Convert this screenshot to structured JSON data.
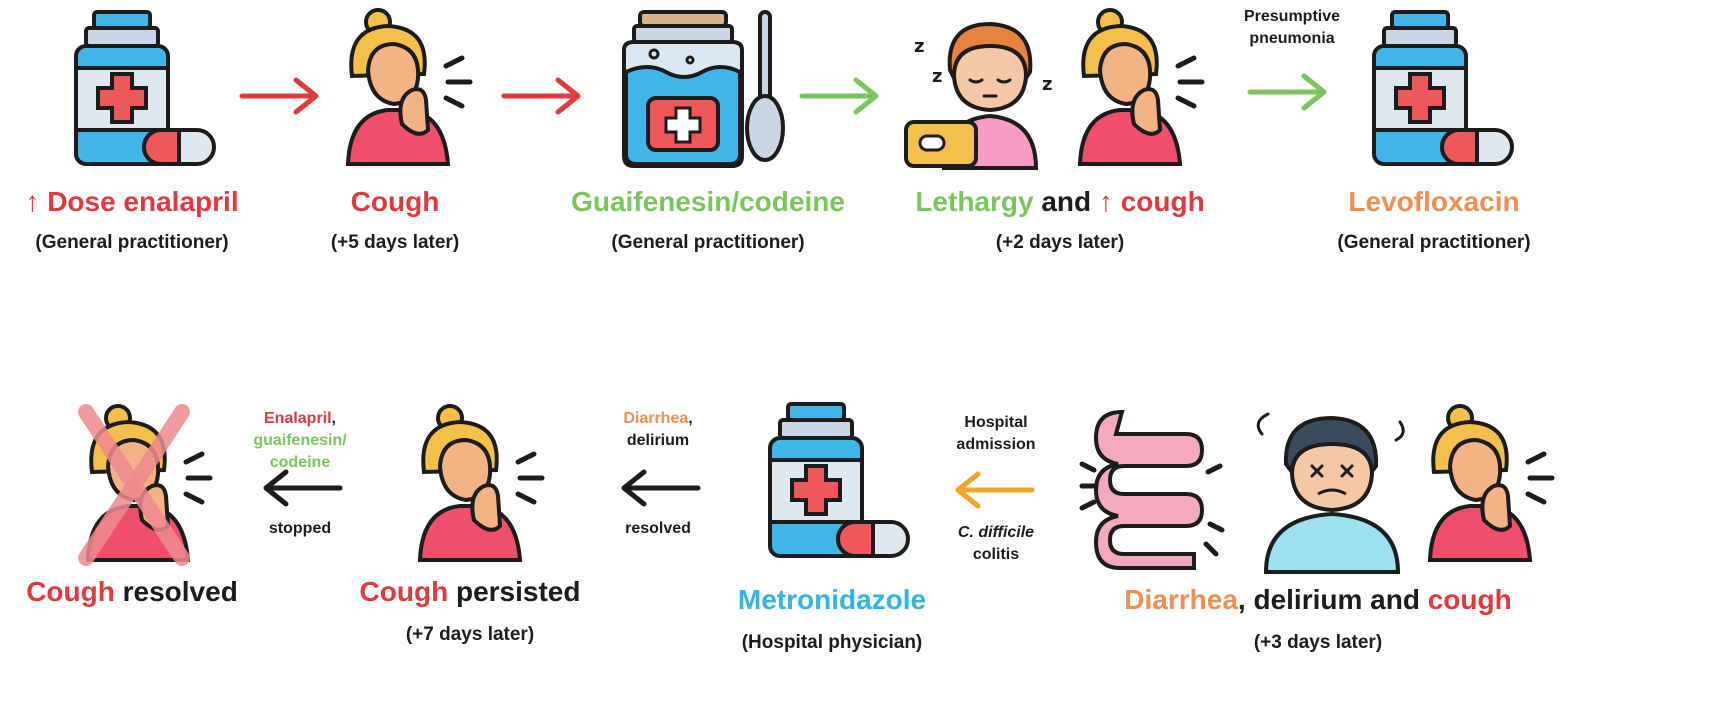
{
  "colors": {
    "red": "#e03a3e",
    "green": "#7bc55f",
    "orange": "#ef8e55",
    "blue": "#33b3e6",
    "dark": "#1c1c1c",
    "amber_arrow": "#f2a52b"
  },
  "row1": {
    "step1": {
      "icon": "medicine-bottle-icon",
      "title_arrow": "↑",
      "title": "Dose enalapril",
      "sub": "(General practitioner)"
    },
    "step2": {
      "icon": "coughing-woman-icon",
      "title": "Cough",
      "sub": "(+5 days later)"
    },
    "step3": {
      "icon": "syrup-jar-with-spoon-icon",
      "title": "Guaifenesin/codeine",
      "sub": "(General practitioner)"
    },
    "step4": {
      "icon": "lethargic-person-and-coughing-woman-icon",
      "title_a": "Lethargy",
      "title_b": " and ",
      "title_arrow": "↑",
      "title_c": "cough",
      "sub": "(+2 days later)"
    },
    "arrow4_label": [
      "Presumptive",
      "pneumonia"
    ],
    "step5": {
      "icon": "medicine-bottle-icon",
      "title": "Levofloxacin",
      "sub": "(General practitioner)"
    }
  },
  "row2": {
    "step6": {
      "icon": "intestine-confused-person-coughing-woman-icon",
      "title_a": "Diarrhea",
      "title_b": ", delirium and ",
      "title_c": "cough",
      "sub": "(+3 days later)"
    },
    "arrow6_top": [
      "Hospital",
      "admission"
    ],
    "arrow6_bottom_italic": "C. difficile",
    "arrow6_bottom": "colitis",
    "step7": {
      "icon": "medicine-bottle-icon",
      "title": "Metronidazole",
      "sub": "(Hospital physician)"
    },
    "arrow7_top_a": "Diarrhea",
    "arrow7_top_b": ",",
    "arrow7_top_c": "delirium",
    "arrow7_bottom": "resolved",
    "step8": {
      "icon": "coughing-woman-icon",
      "title_a": "Cough",
      "title_b": " persisted",
      "sub": "(+7 days later)"
    },
    "arrow8_top_a": "Enalapril",
    "arrow8_top_b": ",",
    "arrow8_top_c": "guaifenesin/",
    "arrow8_top_d": "codeine",
    "arrow8_bottom": "stopped",
    "step9": {
      "icon": "coughing-woman-crossed-out-icon",
      "title_a": "Cough",
      "title_b": " resolved"
    }
  }
}
